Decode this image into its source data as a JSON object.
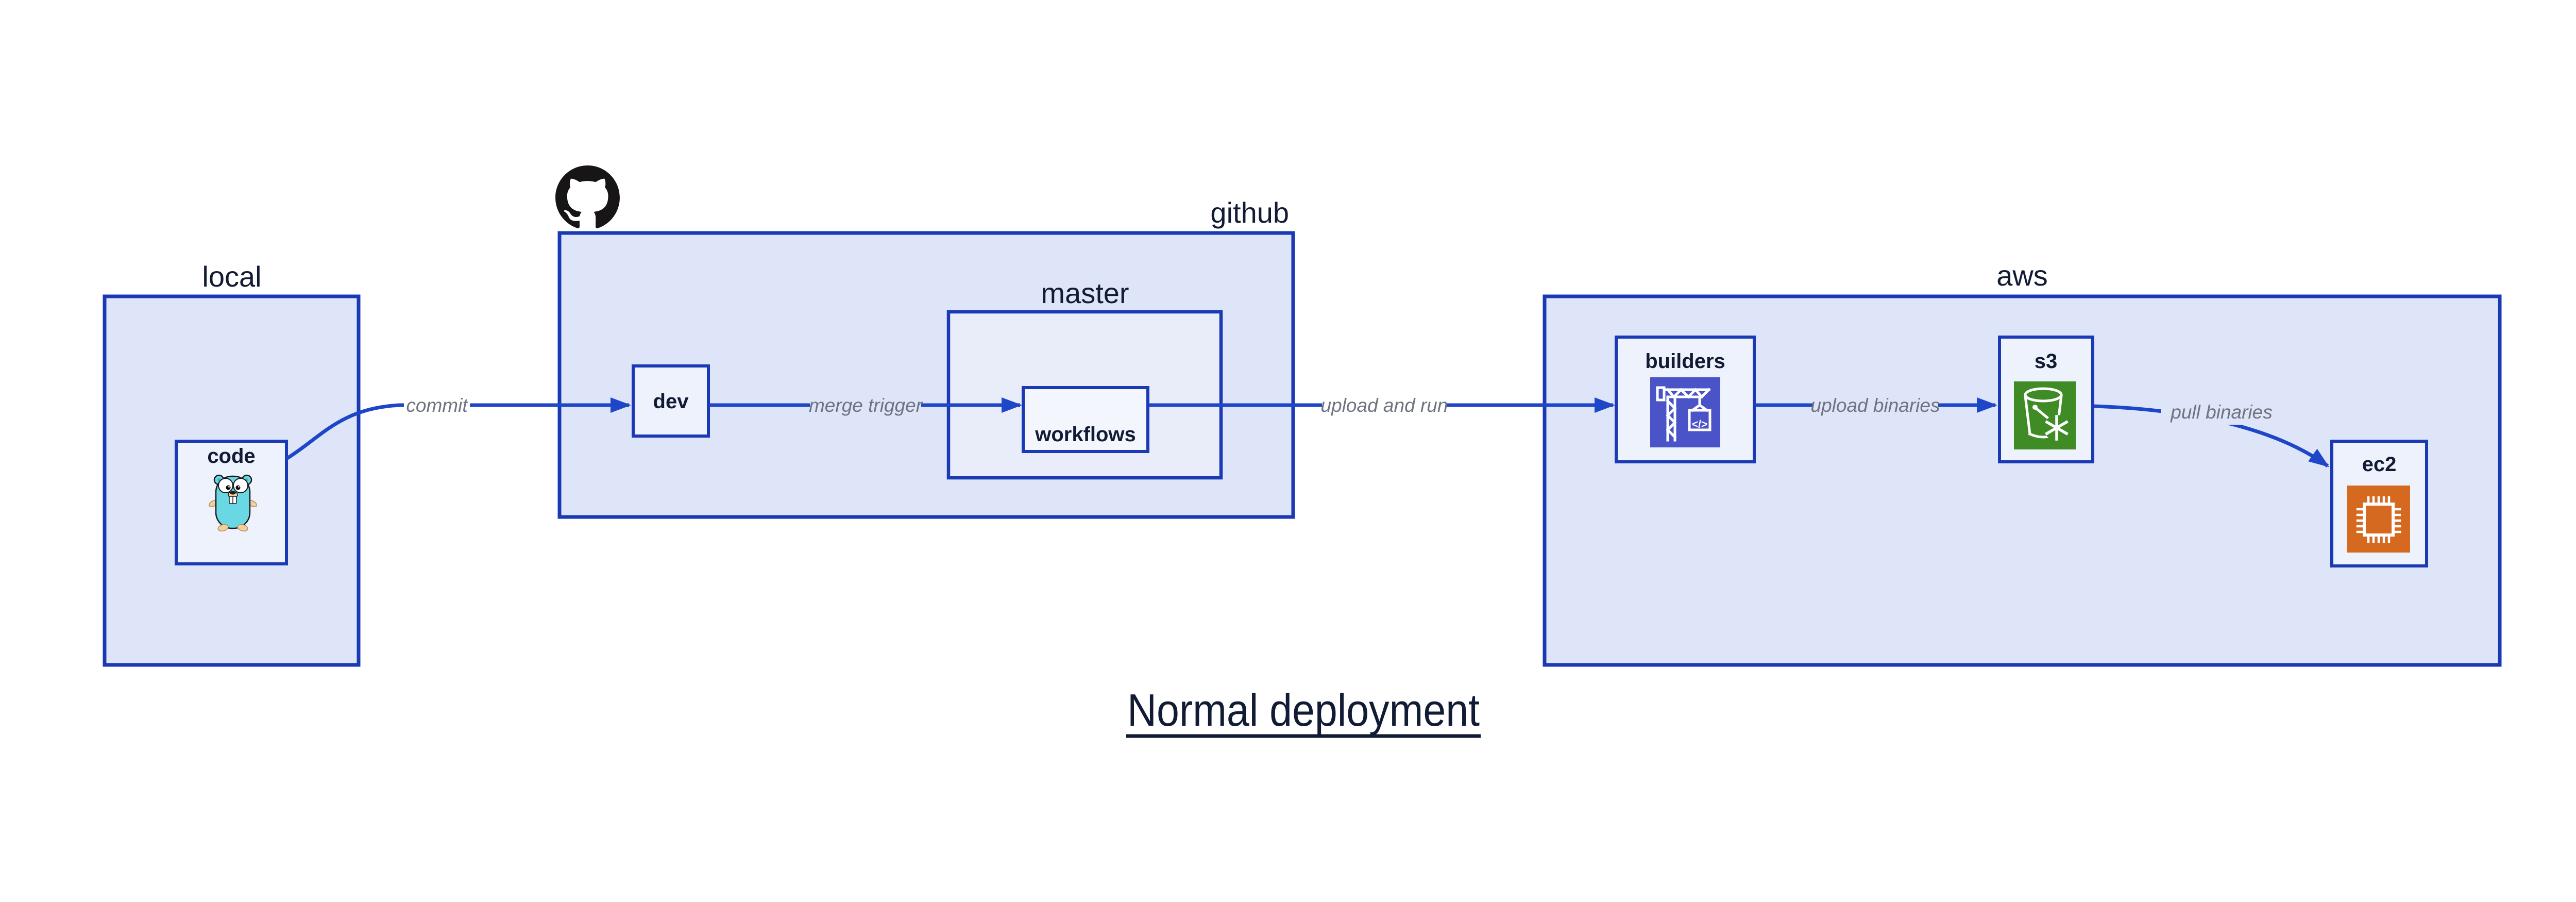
{
  "diagram": {
    "title": "Normal deployment",
    "containers": {
      "local": "local",
      "github": "github",
      "master": "master",
      "aws": "aws"
    },
    "nodes": {
      "code": "code",
      "dev": "dev",
      "workflows": "workflows",
      "builders": "builders",
      "s3": "s3",
      "ec2": "ec2"
    },
    "edges": {
      "commit": "commit",
      "merge_trigger": "merge trigger",
      "upload_and_run": "upload and run",
      "upload_binaries": "upload binaries",
      "pull_binaries": "pull binaries"
    },
    "icons": {
      "github_logo": "github-octocat",
      "code_icon": "go-gopher",
      "builders_icon": "codebuild-crane",
      "builders_icon_glyph": "</>",
      "s3_icon": "s3-bucket-snowflake",
      "ec2_icon": "ec2-chip"
    },
    "colors": {
      "container_fill": "#dfe5f9",
      "node_fill": "#eef2fc",
      "master_fill": "#e9edfa",
      "workflows_fill": "#f4f6fd",
      "box_border": "#1a39b4",
      "arrow": "#1e46c8",
      "label_text": "#111b33",
      "edge_label_text": "#6e737f",
      "builders_icon_bg": "#4b53c8",
      "s3_icon_bg": "#3f8b26",
      "ec2_icon_bg": "#d4691f",
      "github_logo": "#171515",
      "gopher_body": "#6ad7e5"
    }
  }
}
